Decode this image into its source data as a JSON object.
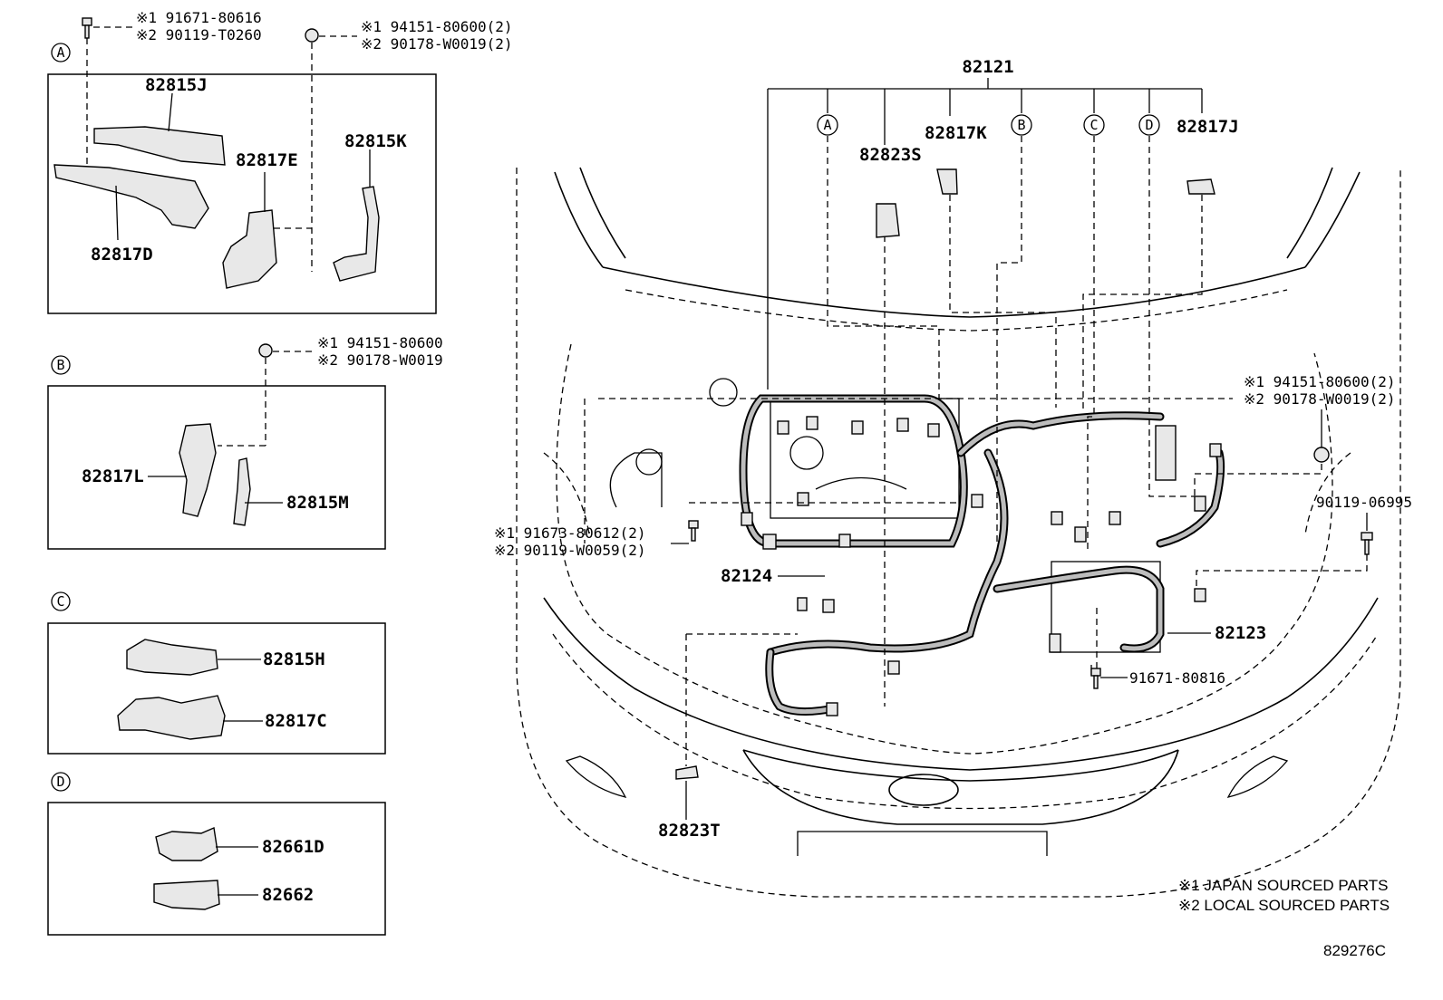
{
  "sections": {
    "A": {
      "letter": "A",
      "parts": [
        "82815J",
        "82817E",
        "82815K",
        "82817D"
      ],
      "fasteners": [
        {
          "line1": "※1 91671-80616",
          "line2": "※2 90119-T0260"
        },
        {
          "line1": "※1 94151-80600(2)",
          "line2": "※2 90178-W0019(2)"
        }
      ]
    },
    "B": {
      "letter": "B",
      "parts": [
        "82817L",
        "82815M"
      ],
      "fasteners": [
        {
          "line1": "※1 94151-80600",
          "line2": "※2 90178-W0019"
        }
      ]
    },
    "C": {
      "letter": "C",
      "parts": [
        "82815H",
        "82817C"
      ]
    },
    "D": {
      "letter": "D",
      "parts": [
        "82661D",
        "82662"
      ]
    }
  },
  "main": {
    "harness_label": "82121",
    "callout_letters": [
      "A",
      "B",
      "C",
      "D"
    ],
    "parts": {
      "p82823S": "82823S",
      "p82817K": "82817K",
      "p82817J": "82817J",
      "p82124": "82124",
      "p82123": "82123",
      "p82823T": "82823T"
    },
    "fasteners": {
      "left": {
        "line1": "※1 91673-80612(2)",
        "line2": "※2 90119-W0059(2)"
      },
      "right": {
        "line1": "※1 94151-80600(2)",
        "line2": "※2 90178-W0019(2)"
      },
      "bolt_right": "90119-06995",
      "bolt_bottom": "91671-80816"
    }
  },
  "legend": {
    "line1": "※1 JAPAN SOURCED PARTS",
    "line2": "※2 LOCAL SOURCED PARTS"
  },
  "figure_code": "829276C"
}
